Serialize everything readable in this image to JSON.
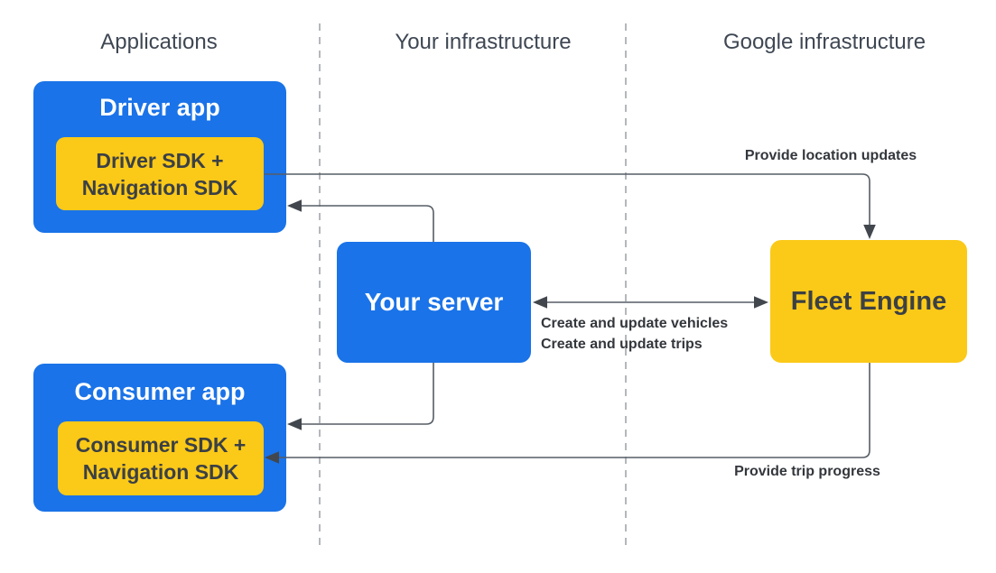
{
  "diagram": {
    "columns": [
      {
        "id": "applications",
        "label": "Applications"
      },
      {
        "id": "your_infrastructure",
        "label": "Your infrastructure"
      },
      {
        "id": "google_infrastructure",
        "label": "Google infrastructure"
      }
    ],
    "nodes": {
      "driver_app": {
        "title": "Driver app",
        "sdk": {
          "line1": "Driver SDK +",
          "line2": "Navigation SDK"
        }
      },
      "your_server": {
        "title": "Your server"
      },
      "consumer_app": {
        "title": "Consumer app",
        "sdk": {
          "line1": "Consumer SDK +",
          "line2": "Navigation SDK"
        }
      },
      "fleet_engine": {
        "title": "Fleet Engine"
      }
    },
    "edge_labels": {
      "provide_location_updates": "Provide location updates",
      "create_and_update_vehicles": "Create and update vehicles",
      "create_and_update_trips": "Create and update trips",
      "provide_trip_progress": "Provide trip progress"
    }
  },
  "colors": {
    "node_blue": "#1a73e8",
    "node_yellow": "#fbc918",
    "node_text_light": "#ffffff",
    "node_text_dark": "#3b4045",
    "header_text": "#3e4753",
    "edge_label_text": "#33373c",
    "arrow_line": "#565d66",
    "arrow_head": "#42474e",
    "separator": "#a2a6ab",
    "background": "#ffffff"
  }
}
